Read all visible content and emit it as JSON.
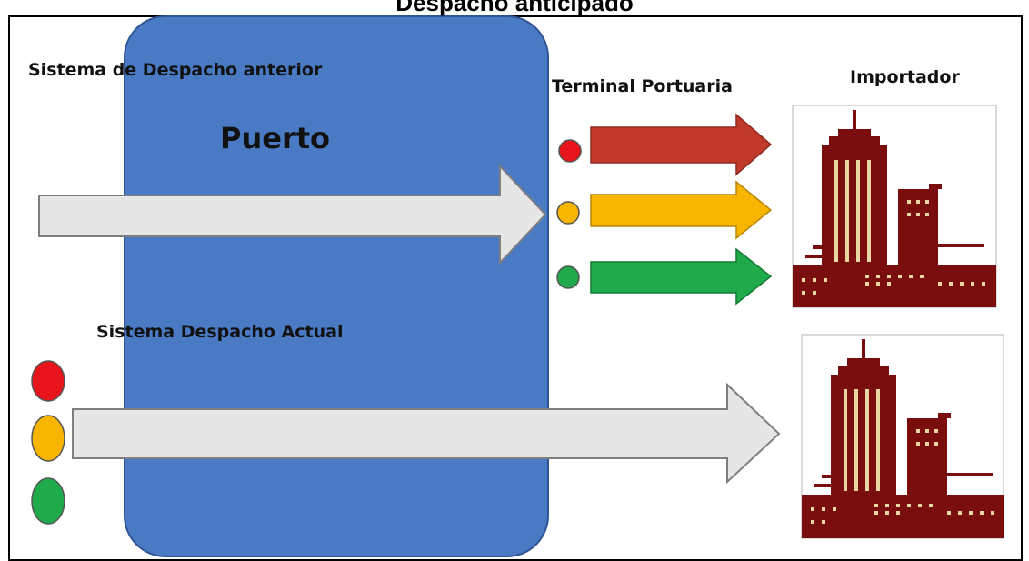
{
  "title": "Despacho anticipado",
  "labels": {
    "sistema_anterior": "Sistema de Despacho anterior",
    "puerto": "Puerto",
    "terminal_portuaria": "Terminal Portuaria",
    "importador": "Importador",
    "sistema_actual": "Sistema Despacho  Actual"
  },
  "colors": {
    "port_fill": "#4a7ac4",
    "arrow_grey": "#e6e6e6",
    "red": "#e8141b",
    "yellow": "#f7b500",
    "green": "#1faa4b",
    "arrow_red": "#c0392b",
    "building": "#7a0e0e",
    "building_accent": "#e8d7a0"
  },
  "icons": {
    "traffic_light_small": "traffic-light-icon",
    "traffic_light_large": "traffic-light-icon",
    "building": "building-icon"
  }
}
